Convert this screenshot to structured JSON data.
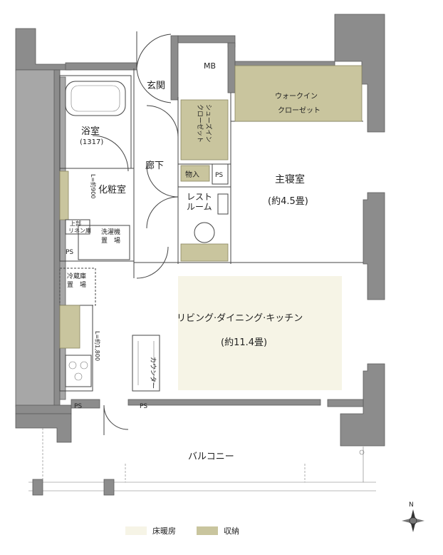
{
  "rooms": {
    "entrance": "玄関",
    "mb": "MB",
    "shoes_closet": "シューズイン\nクローゼット",
    "walkin_closet": "ウォークイン\nクローゼット",
    "bath": "浴室",
    "bath_size": "(1317)",
    "corridor": "廊下",
    "storage": "物入",
    "ps": "PS",
    "master_bedroom": "主寝室",
    "master_size": "(約4.5畳)",
    "restroom": "レスト\nルーム",
    "powder_room": "化粧室",
    "linen": "上部\nリネン庫",
    "washer": "洗濯機\n置　場",
    "fridge": "冷蔵庫\n置　場",
    "ldk": "リビング·ダイニング·キッチン",
    "ldk_size": "(約11.4畳)",
    "counter": "カウンター",
    "balcony": "バルコニー"
  },
  "dimensions": {
    "powder_height": "L=約900",
    "kitchen_height": "L=約1,800"
  },
  "legend": {
    "floor_heating": "床暖房",
    "storage": "収納",
    "floor_heating_color": "#f6f4e6",
    "storage_color": "#c9c59e"
  },
  "compass": {
    "north": "N"
  }
}
